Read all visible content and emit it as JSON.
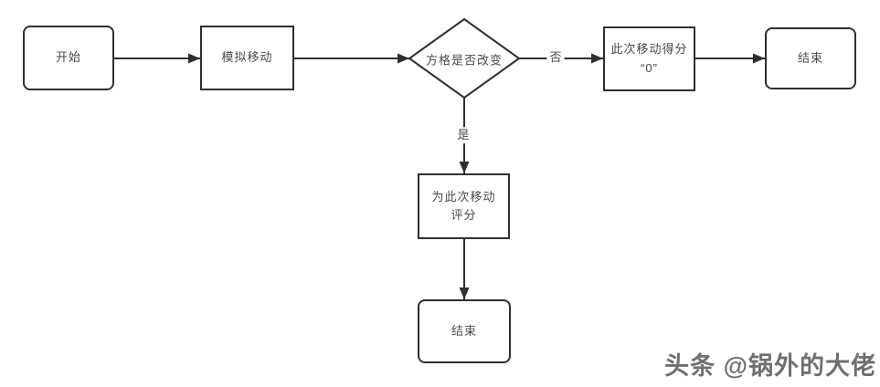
{
  "flowchart": {
    "nodes": {
      "start": {
        "label": "开始",
        "shape": "rounded-rect"
      },
      "simulate": {
        "label": "模拟移动",
        "shape": "rect"
      },
      "decision": {
        "label": "方格是否改变",
        "shape": "diamond"
      },
      "score_zero": {
        "line1": "此次移动得分",
        "line2": "“0”",
        "shape": "rect"
      },
      "end_right": {
        "label": "结束",
        "shape": "rounded-rect"
      },
      "rate": {
        "label": "为此次移动评分",
        "shape": "rect"
      },
      "end_bottom": {
        "label": "结束",
        "shape": "rounded-rect"
      }
    },
    "edge_labels": {
      "no": "否",
      "yes": "是"
    }
  },
  "watermark": {
    "text": "头条 @锅外的大佬"
  },
  "colors": {
    "line": "#2f2f2f",
    "border": "#2f2f2f",
    "text": "#4a4a4a",
    "background": "#ffffff"
  }
}
